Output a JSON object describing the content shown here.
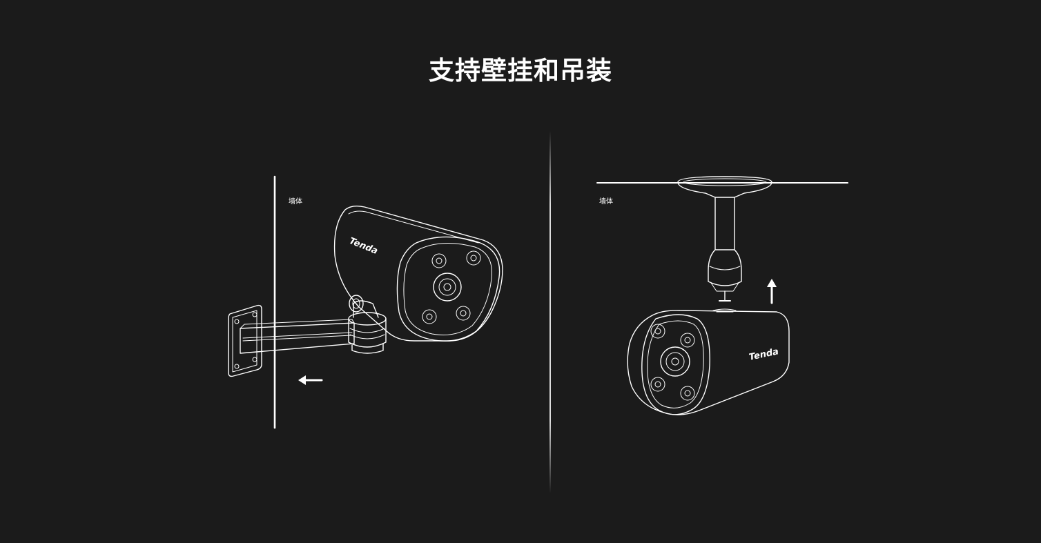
{
  "title": "支持壁挂和吊装",
  "panels": [
    {
      "id": "wall-mount",
      "surface_label": "墙体",
      "arrow_direction": "left",
      "brand_logo": "Tenda"
    },
    {
      "id": "ceiling-mount",
      "surface_label": "墙体",
      "arrow_direction": "up",
      "brand_logo": "Tenda"
    }
  ],
  "colors": {
    "background": "#1b1b1b",
    "line": "#ffffff"
  }
}
